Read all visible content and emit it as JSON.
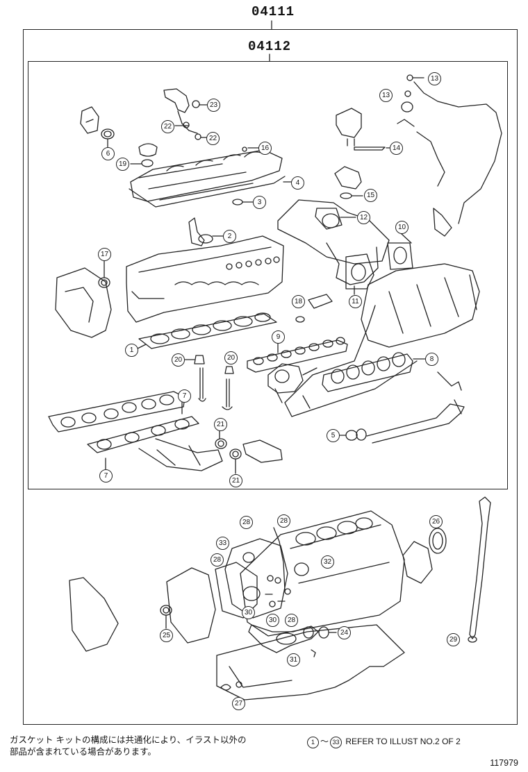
{
  "outer_kit_number": "04111",
  "inner_kit_number": "04112",
  "callouts": {
    "c1": "1",
    "c2": "2",
    "c3": "3",
    "c4": "4",
    "c5": "5",
    "c6": "6",
    "c7a": "7",
    "c7b": "7",
    "c8": "8",
    "c9": "9",
    "c10": "10",
    "c11": "11",
    "c12": "12",
    "c13a": "13",
    "c13b": "13",
    "c14": "14",
    "c15": "15",
    "c16": "16",
    "c17": "17",
    "c18": "18",
    "c19": "19",
    "c20a": "20",
    "c20b": "20",
    "c21a": "21",
    "c21b": "21",
    "c22a": "22",
    "c22b": "22",
    "c23": "23",
    "c24": "24",
    "c25": "25",
    "c26": "26",
    "c27": "27",
    "c28a": "28",
    "c28b": "28",
    "c28c": "28",
    "c28d": "28",
    "c29": "29",
    "c30a": "30",
    "c30b": "30",
    "c31": "31",
    "c32": "32",
    "c33": "33"
  },
  "footer": {
    "jp_line1": "ガスケット キットの構成には共通化により、イラスト以外の",
    "jp_line2": "部品が含まれている場合があります。",
    "range_start": "1",
    "range_sep": "～",
    "range_end": "33",
    "refer_text": "REFER TO ILLUST NO.2 OF 2",
    "illustration_id": "117979"
  }
}
